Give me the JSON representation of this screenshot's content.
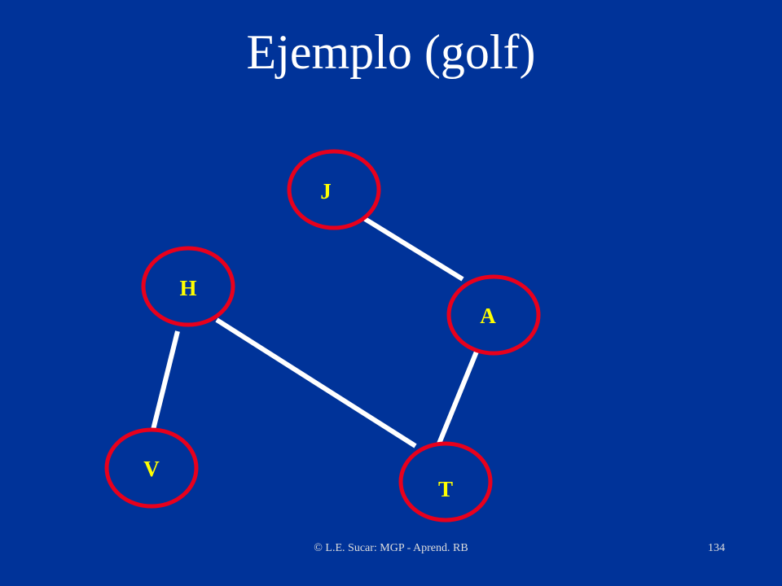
{
  "slide": {
    "title": "Ejemplo (golf)",
    "footer_credit": "© L.E. Sucar: MGP - Aprend. RB",
    "page_number": "134"
  },
  "colors": {
    "background": "#003399",
    "node_stroke": "#e8001c",
    "edge": "#ffffff",
    "node_label": "#ffff00"
  },
  "graph": {
    "nodes": [
      {
        "id": "J",
        "label": "J"
      },
      {
        "id": "H",
        "label": "H"
      },
      {
        "id": "A",
        "label": "A"
      },
      {
        "id": "V",
        "label": "V"
      },
      {
        "id": "T",
        "label": "T"
      }
    ],
    "edges": [
      {
        "from": "J",
        "to": "A"
      },
      {
        "from": "H",
        "to": "V"
      },
      {
        "from": "H",
        "to": "T"
      },
      {
        "from": "A",
        "to": "T"
      }
    ]
  }
}
